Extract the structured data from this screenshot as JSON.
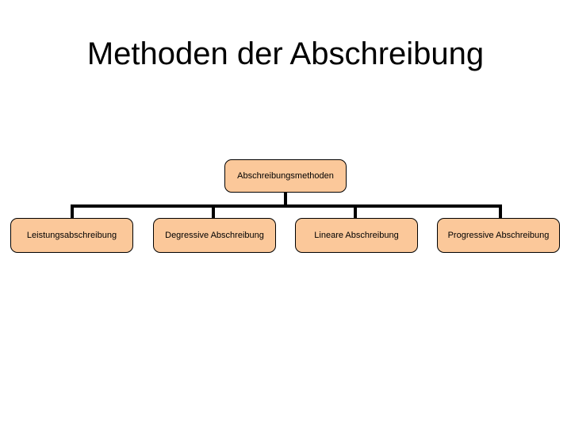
{
  "slide": {
    "title": "Methoden der Abschreibung",
    "background_color": "#ffffff"
  },
  "chart_data": {
    "type": "diagram",
    "diagram_type": "organization-chart",
    "title": "Methoden der Abschreibung",
    "orientation": "top-down",
    "node_fill_color": "#fbc89a",
    "node_border_color": "#000000",
    "connector_color": "#000000",
    "text_color": "#000000",
    "root": {
      "id": "root",
      "label": "Abschreibungsmethoden"
    },
    "children": [
      {
        "id": "child-0",
        "label": "Leistungsabschreibung",
        "parent": "root"
      },
      {
        "id": "child-1",
        "label": "Degressive Abschreibung",
        "parent": "root"
      },
      {
        "id": "child-2",
        "label": "Lineare Abschreibung",
        "parent": "root"
      },
      {
        "id": "child-3",
        "label": "Progressive Abschreibung",
        "parent": "root"
      }
    ],
    "edges": [
      {
        "from": "root",
        "to": "child-0"
      },
      {
        "from": "root",
        "to": "child-1"
      },
      {
        "from": "root",
        "to": "child-2"
      },
      {
        "from": "root",
        "to": "child-3"
      }
    ]
  }
}
